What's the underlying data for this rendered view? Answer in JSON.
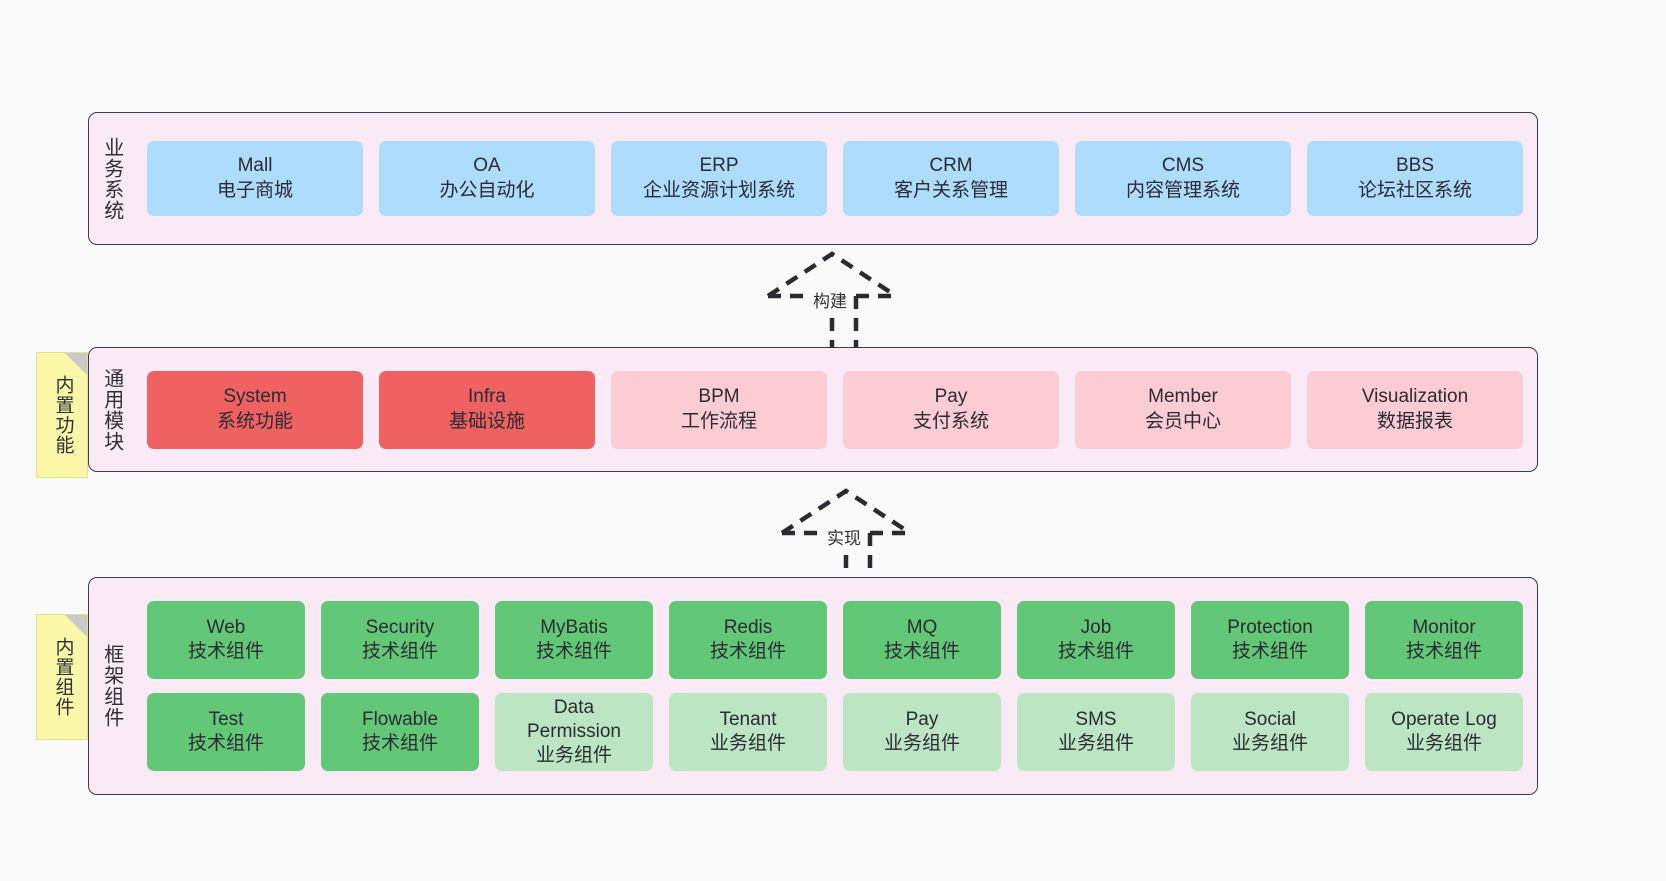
{
  "diagram": {
    "title_present": false,
    "colors": {
      "panel_bg": "#f9eaf6",
      "panel_border": "#3c3c4a",
      "business_blue": "#addcfc",
      "module_red": "#f06161",
      "module_pink": "#fbccd4",
      "component_green": "#62c878",
      "component_light_green": "#bce6c3",
      "note_yellow": "#fbf7a8",
      "canvas_bg": "#fafafa"
    },
    "layers": [
      {
        "id": "business-systems",
        "label": "业务系统",
        "note": null,
        "rows": [
          {
            "cells": [
              {
                "en": "Mall",
                "cn": "电子商城",
                "color": "#addcfc"
              },
              {
                "en": "OA",
                "cn": "办公自动化",
                "color": "#addcfc"
              },
              {
                "en": "ERP",
                "cn": "企业资源计划系统",
                "color": "#addcfc"
              },
              {
                "en": "CRM",
                "cn": "客户关系管理",
                "color": "#addcfc"
              },
              {
                "en": "CMS",
                "cn": "内容管理系统",
                "color": "#addcfc"
              },
              {
                "en": "BBS",
                "cn": "论坛社区系统",
                "color": "#addcfc"
              }
            ]
          }
        ]
      },
      {
        "id": "common-modules",
        "label": "通用模块",
        "note": "内置功能",
        "rows": [
          {
            "cells": [
              {
                "en": "System",
                "cn": "系统功能",
                "color": "#f06161"
              },
              {
                "en": "Infra",
                "cn": "基础设施",
                "color": "#f06161"
              },
              {
                "en": "BPM",
                "cn": "工作流程",
                "color": "#fbccd4"
              },
              {
                "en": "Pay",
                "cn": "支付系统",
                "color": "#fbccd4"
              },
              {
                "en": "Member",
                "cn": "会员中心",
                "color": "#fbccd4"
              },
              {
                "en": "Visualization",
                "cn": "数据报表",
                "color": "#fbccd4"
              }
            ]
          }
        ]
      },
      {
        "id": "framework-components",
        "label": "框架组件",
        "note": "内置组件",
        "rows": [
          {
            "cells": [
              {
                "en": "Web",
                "cn": "技术组件",
                "color": "#62c878"
              },
              {
                "en": "Security",
                "cn": "技术组件",
                "color": "#62c878"
              },
              {
                "en": "MyBatis",
                "cn": "技术组件",
                "color": "#62c878"
              },
              {
                "en": "Redis",
                "cn": "技术组件",
                "color": "#62c878"
              },
              {
                "en": "MQ",
                "cn": "技术组件",
                "color": "#62c878"
              },
              {
                "en": "Job",
                "cn": "技术组件",
                "color": "#62c878"
              },
              {
                "en": "Protection",
                "cn": "技术组件",
                "color": "#62c878"
              },
              {
                "en": "Monitor",
                "cn": "技术组件",
                "color": "#62c878"
              }
            ]
          },
          {
            "cells": [
              {
                "en": "Test",
                "cn": "技术组件",
                "color": "#62c878"
              },
              {
                "en": "Flowable",
                "cn": "技术组件",
                "color": "#62c878"
              },
              {
                "en": "Data Permission",
                "cn": "业务组件",
                "color": "#bce6c3"
              },
              {
                "en": "Tenant",
                "cn": "业务组件",
                "color": "#bce6c3"
              },
              {
                "en": "Pay",
                "cn": "业务组件",
                "color": "#bce6c3"
              },
              {
                "en": "SMS",
                "cn": "业务组件",
                "color": "#bce6c3"
              },
              {
                "en": "Social",
                "cn": "业务组件",
                "color": "#bce6c3"
              },
              {
                "en": "Operate Log",
                "cn": "业务组件",
                "color": "#bce6c3"
              }
            ]
          }
        ]
      }
    ],
    "connectors": [
      {
        "id": "build",
        "label": "构建",
        "from": "common-modules",
        "to": "business-systems",
        "style": "dashed-generalization"
      },
      {
        "id": "implement",
        "label": "实现",
        "from": "framework-components",
        "to": "common-modules",
        "style": "dashed-generalization"
      }
    ]
  }
}
